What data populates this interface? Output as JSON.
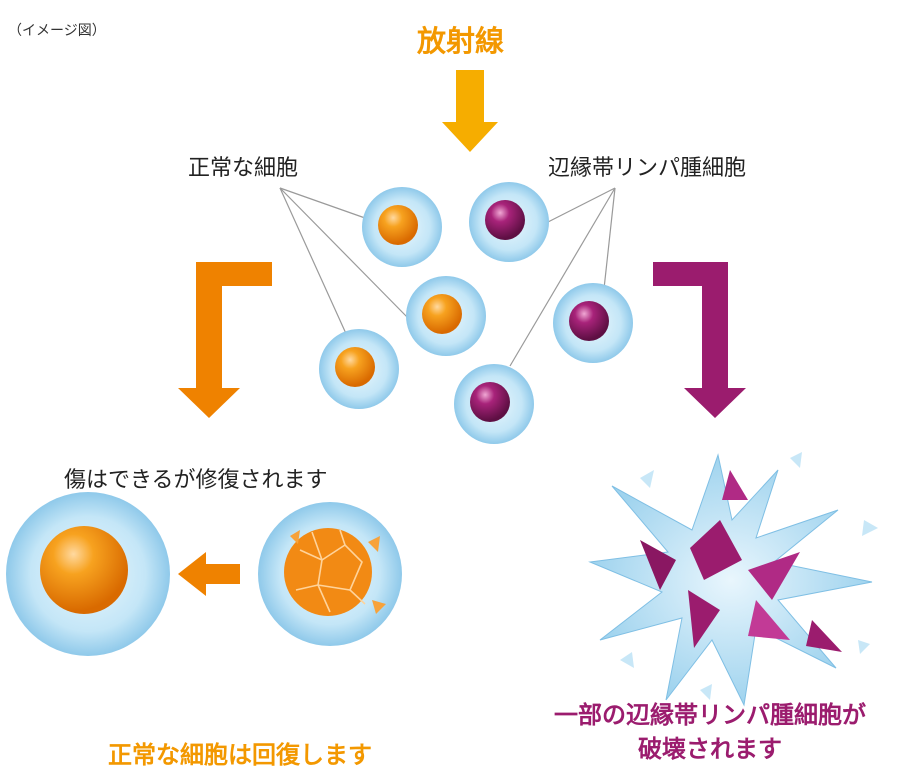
{
  "note": "（イメージ図）",
  "title": "放射線",
  "labels": {
    "normal_cell": "正常な細胞",
    "lymphoma_cell": "辺縁帯リンパ腫細胞",
    "repair": "傷はできるが修復されます"
  },
  "results": {
    "normal": "正常な細胞は回復します",
    "lymphoma_line1": "一部の辺縁帯リンパ腫細胞が",
    "lymphoma_line2": "破壊されます"
  },
  "colors": {
    "orange": "#f39800",
    "purple": "#9b1c6e",
    "membrane": "#bfe3f5"
  }
}
